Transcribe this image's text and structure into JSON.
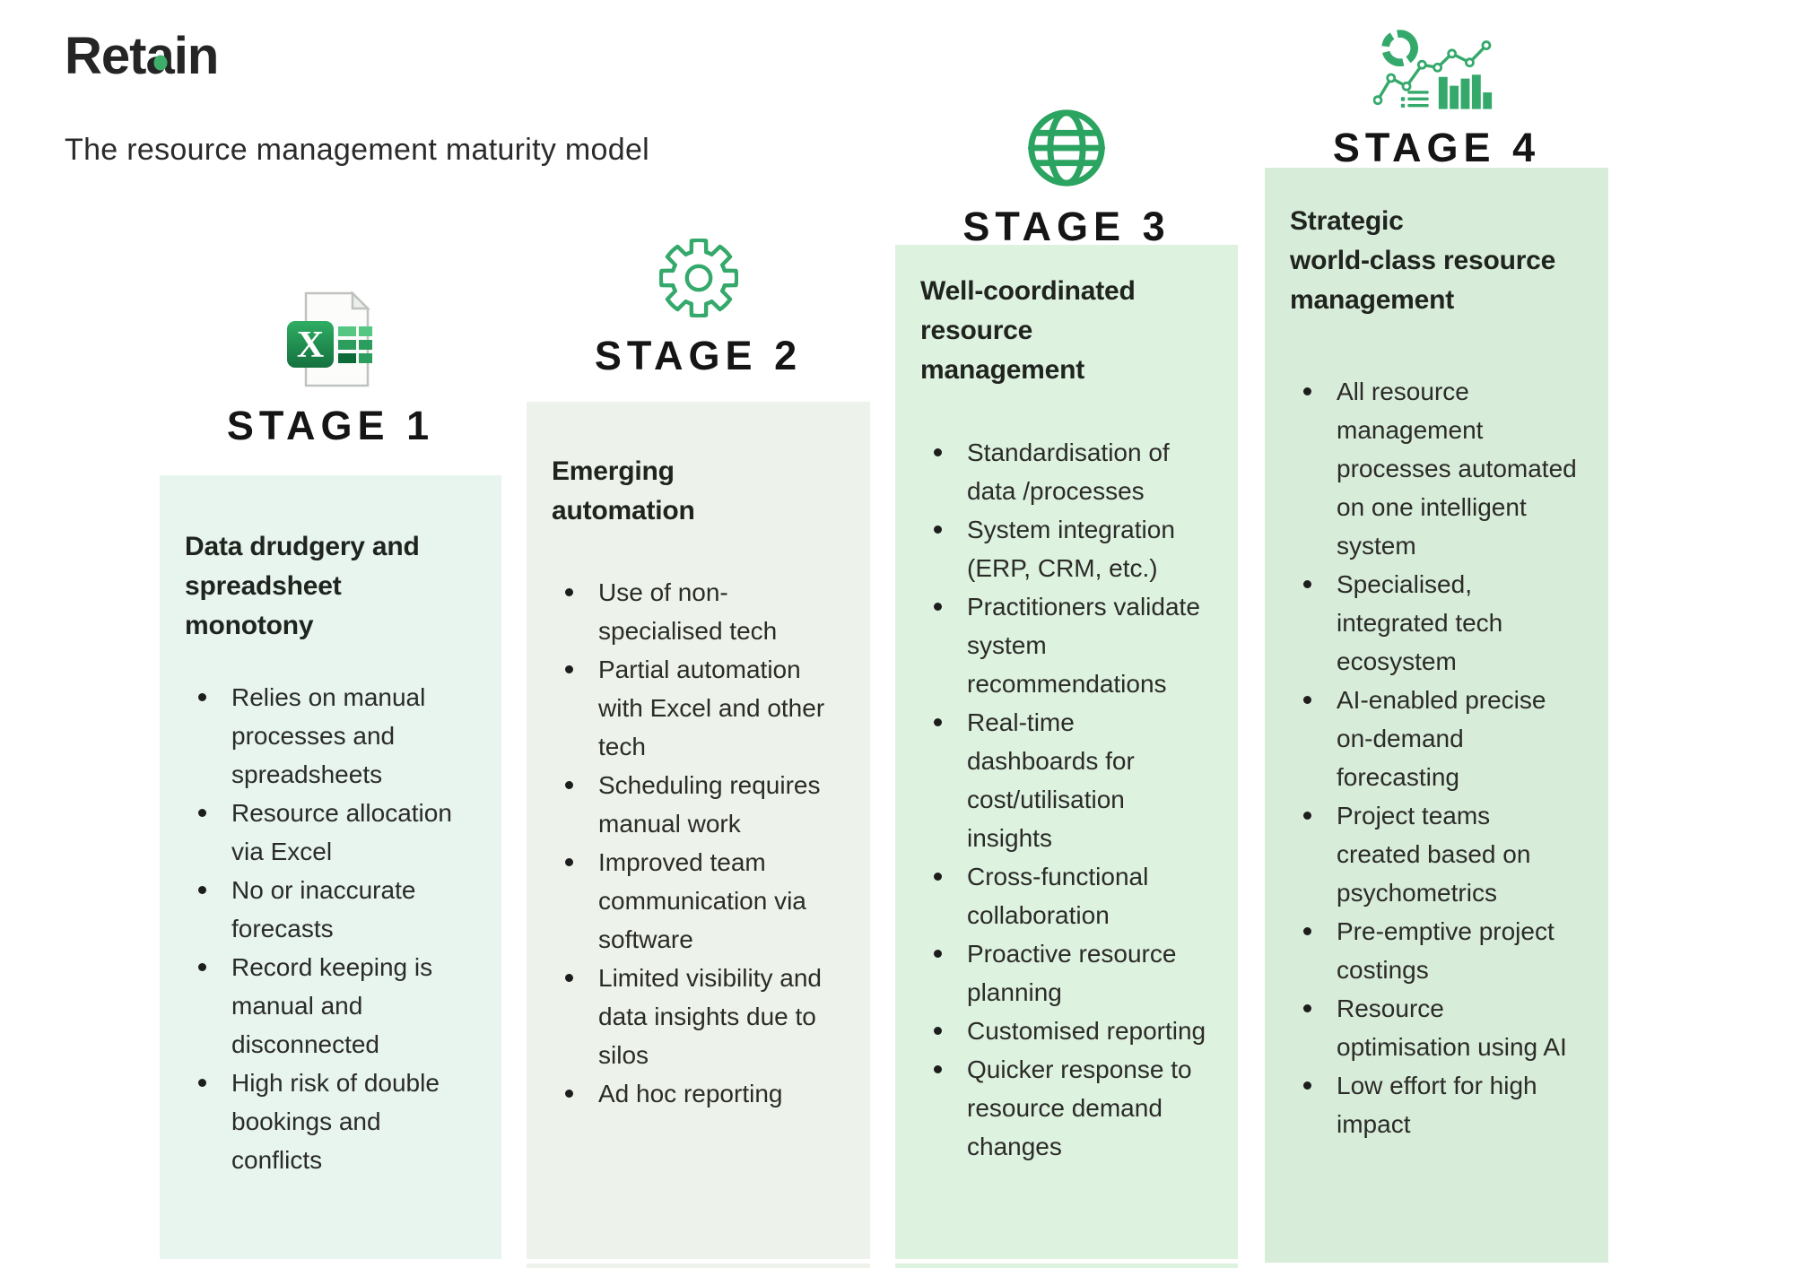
{
  "brand": {
    "logo_pre": "Ret",
    "logo_a": "a",
    "logo_post": "in",
    "accent_green": "#35a96b",
    "logo_dot_green": "#3cae6a"
  },
  "title": "The resource management maturity model",
  "stages": [
    {
      "label": "STAGE 1",
      "icon": "excel-file-icon",
      "panel_color": "#e7f5ee",
      "heading": "Data drudgery and\nspreadsheet\nmonotony",
      "bullets": [
        "Relies on manual processes and spreadsheets",
        "Resource allocation via Excel",
        "No or inaccurate forecasts",
        "Record keeping is manual and disconnected",
        "High risk of double bookings and conflicts"
      ]
    },
    {
      "label": "STAGE 2",
      "icon": "gear-icon",
      "panel_color": "#edf3ea",
      "heading": "Emerging\nautomation",
      "bullets": [
        "Use of non-specialised tech",
        "Partial automation with Excel and other tech",
        "Scheduling requires manual work",
        "Improved team communication via software",
        "Limited visibility and data insights due to silos",
        "Ad hoc reporting"
      ]
    },
    {
      "label": "STAGE 3",
      "icon": "globe-icon",
      "panel_color": "#def2e0",
      "heading": "Well-coordinated\nresource\nmanagement",
      "bullets": [
        "Standardisation of data /processes",
        "System integration (ERP, CRM, etc.)",
        "Practitioners validate system recommendations",
        "Real-time dashboards for cost/utilisation insights",
        "Cross-functional collaboration",
        "Proactive resource planning",
        "Customised reporting",
        "Quicker response to resource demand changes"
      ]
    },
    {
      "label": "STAGE 4",
      "icon": "analytics-icon",
      "panel_color": "#d8ecda",
      "heading": "Strategic\nworld-class resource\nmanagement",
      "bullets": [
        "All resource management processes automated on one intelligent system",
        "Specialised, integrated tech ecosystem",
        "AI-enabled precise on-demand forecasting",
        "Project teams created based on psychometrics",
        "Pre-emptive project costings",
        "Resource optimisation using AI",
        "Low effort for high impact"
      ]
    }
  ]
}
